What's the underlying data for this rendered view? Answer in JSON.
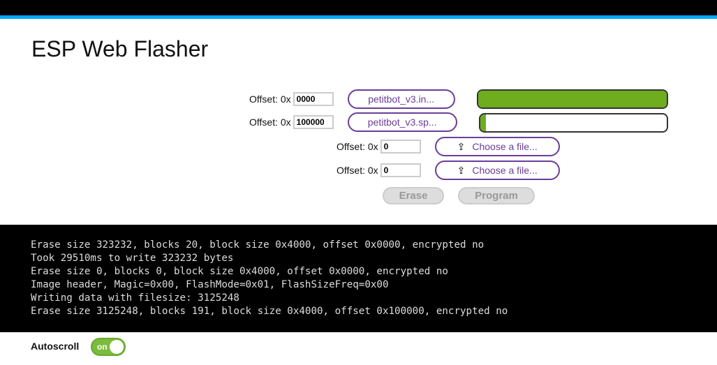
{
  "title": "ESP Web Flasher",
  "offset_label": "Offset: 0x",
  "rows": [
    {
      "offset": "0000",
      "file": "petitbot_v3.in...",
      "progress": 100
    },
    {
      "offset": "100000",
      "file": "petitbot_v3.sp...",
      "progress": 3
    },
    {
      "offset": "0",
      "file": "Choose a file..."
    },
    {
      "offset": "0",
      "file": "Choose a file..."
    }
  ],
  "buttons": {
    "erase": "Erase",
    "program": "Program"
  },
  "log": [
    "Erase size 323232, blocks 20, block size 0x4000, offset 0x0000, encrypted no",
    "Took 29510ms to write 323232 bytes",
    "Erase size 0, blocks 0, block size 0x4000, offset 0x0000, encrypted no",
    "Image header, Magic=0x00, FlashMode=0x01, FlashSizeFreq=0x00",
    "Writing data with filesize: 3125248",
    "Erase size 3125248, blocks 191, block size 0x4000, offset 0x100000, encrypted no"
  ],
  "autoscroll": {
    "label": "Autoscroll",
    "state": "on"
  },
  "colors": {
    "accent": "#03a9f4",
    "purple": "#6a3d9a",
    "green": "#6fad1e"
  }
}
